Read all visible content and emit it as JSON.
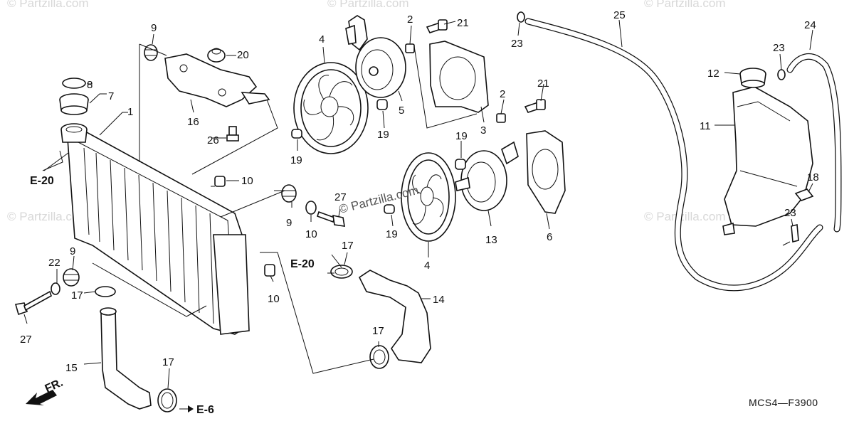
{
  "labels": {
    "p1": "1",
    "p2a": "2",
    "p2b": "2",
    "p3": "3",
    "p4a": "4",
    "p4b": "4",
    "p5": "5",
    "p6": "6",
    "p7": "7",
    "p8": "8",
    "p9a": "9",
    "p9b": "9",
    "p9c": "9",
    "p10a": "10",
    "p10b": "10",
    "p10c": "10",
    "p11": "11",
    "p12": "12",
    "p13": "13",
    "p14": "14",
    "p15": "15",
    "p16": "16",
    "p17a": "17",
    "p17b": "17",
    "p17c": "17",
    "p17d": "17",
    "p18": "18",
    "p19a": "19",
    "p19b": "19",
    "p19c": "19",
    "p19d": "19",
    "p20": "20",
    "p21a": "21",
    "p21b": "21",
    "p22": "22",
    "p23a": "23",
    "p23b": "23",
    "p23c": "23",
    "p24": "24",
    "p25": "25",
    "p26": "26",
    "p27a": "27",
    "p27b": "27"
  },
  "refs": {
    "e20_left": "E-20",
    "e20_mid": "E-20",
    "e6": "E-6",
    "front": "FR."
  },
  "diagram_code": "MCS4—F3900",
  "watermarks": {
    "corner": "© Partzilla.com",
    "center": "© Partzilla.com"
  }
}
